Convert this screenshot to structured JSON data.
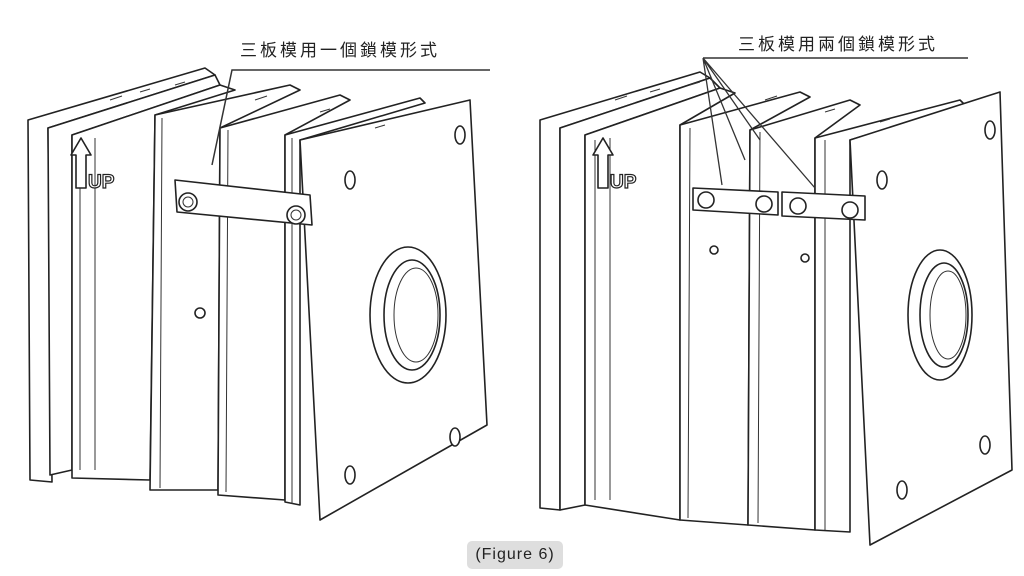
{
  "left_figure": {
    "label": "三板模用一個鎖模形式",
    "up_marker": "UP"
  },
  "right_figure": {
    "label": "三板模用兩個鎖模形式",
    "up_marker": "UP"
  },
  "caption": "(Figure 6)"
}
